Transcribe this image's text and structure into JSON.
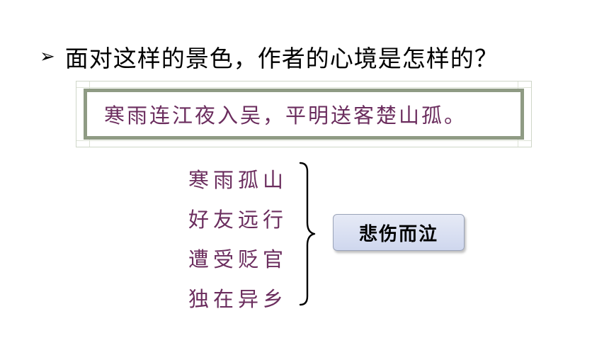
{
  "slide": {
    "bullet_icon": "arrow-bullet-icon",
    "bullet_glyph": "➢",
    "question": "面对这样的景色，作者的心境是怎样的？",
    "poem_line": "寒雨连江夜入吴，平明送客楚山孤。",
    "reasons": [
      "寒雨孤山",
      "好友远行",
      "遭受贬官",
      "独在异乡"
    ],
    "conclusion": "悲伤而泣"
  },
  "colors": {
    "poem_text": "#6b2d5e",
    "frame_border": "#8f9b84",
    "conclusion_fill": "#d9dff2"
  }
}
